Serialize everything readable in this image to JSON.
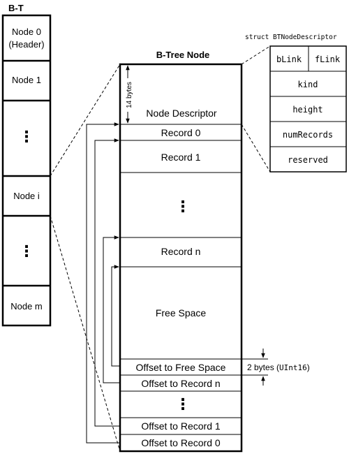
{
  "left": {
    "title": "B-T",
    "nodes": {
      "node0_line1": "Node 0",
      "node0_line2": "(Header)",
      "node1": "Node 1",
      "ellipsis": "⋮",
      "nodei": "Node i",
      "nodem": "Node m"
    }
  },
  "btree": {
    "title": "B-Tree Node",
    "descriptor_label": "Node Descriptor",
    "descriptor_size": "14 bytes",
    "record0": "Record 0",
    "record1": "Record 1",
    "ellipsis": "⋮",
    "recordn": "Record n",
    "free_space": "Free Space",
    "offset_free": "Offset to Free Space",
    "offset_recn": "Offset to Record n",
    "offset_rec1": "Offset to Record 1",
    "offset_rec0": "Offset to Record 0",
    "offset_size": "2 bytes",
    "offset_type": "UInt16"
  },
  "struct": {
    "title": "struct BTNodeDescriptor",
    "fields": {
      "blink": "bLink",
      "flink": "fLink",
      "kind": "kind",
      "height": "height",
      "numrecords": "numRecords",
      "reserved": "reserved"
    }
  }
}
